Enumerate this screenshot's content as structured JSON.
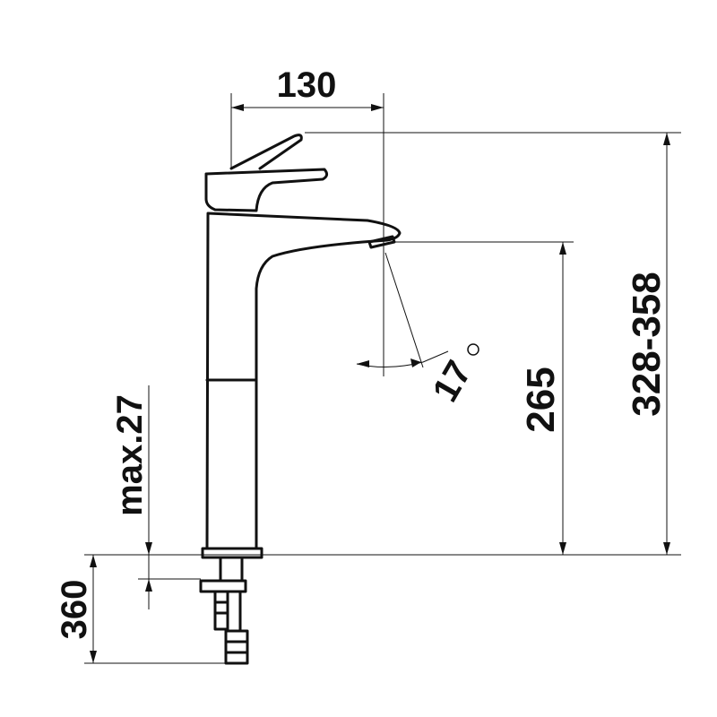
{
  "dimensions": {
    "spout_reach": "130",
    "total_height": "328-358",
    "spout_height": "265",
    "max_counter_thickness": "max.27",
    "connection_length": "360",
    "spout_angle": "17"
  },
  "angle_unit_symbol": "°",
  "colors": {
    "line": "#111111",
    "background": "#ffffff"
  }
}
